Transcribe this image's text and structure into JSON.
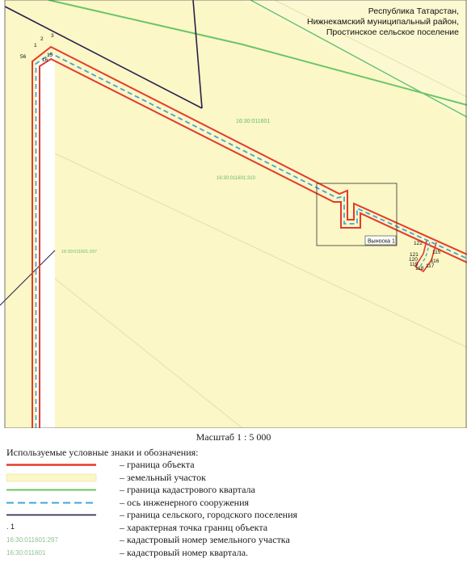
{
  "header": {
    "lines": [
      "Республика Татарстан,",
      "Нижнекамский муниципальный район,",
      "Простинское сельское поселение"
    ]
  },
  "map": {
    "quarter_number": "16:30:011601",
    "parcel_number_center": "16:30:011601:310",
    "parcel_number_left": "16:30:011601:297",
    "callout_label": "Выноска 1",
    "points_top": [
      "56",
      "1",
      "2",
      "3",
      "15",
      "16"
    ],
    "points_right": [
      "122",
      "115",
      "121",
      "120",
      "119",
      "118",
      "117",
      "116"
    ]
  },
  "scale": {
    "label": "Масштаб 1 : 5 000"
  },
  "legend": {
    "title": "Используемые условные знаки и обозначения:",
    "items": [
      {
        "symbol": "red-line",
        "label": "– граница объекта"
      },
      {
        "symbol": "yellow-fill",
        "label": "– земельный участок"
      },
      {
        "symbol": "green-line",
        "label": "– граница кадастрового квартала"
      },
      {
        "symbol": "blue-dash",
        "label": "– ось инженерного сооружения"
      },
      {
        "symbol": "purple-line",
        "label": "– граница сельского, городского поселения"
      },
      {
        "symbol": "point",
        "sample": ". 1",
        "label": "– характерная точка границ объекта"
      },
      {
        "symbol": "green-text",
        "sample": "16:30:011601:297",
        "label": "– кадастровый номер земельного участка"
      },
      {
        "symbol": "green-text",
        "sample": "16:30:011601",
        "label": "– кадастровый номер квартала."
      }
    ]
  },
  "colors": {
    "parcel_fill": "#fbf7c6",
    "object_boundary": "#e23b2c",
    "quarter_boundary": "#6cc46a",
    "axis": "#41a6dc",
    "settlement_boundary": "#2a1f4a",
    "green_label": "#8ec28e"
  }
}
